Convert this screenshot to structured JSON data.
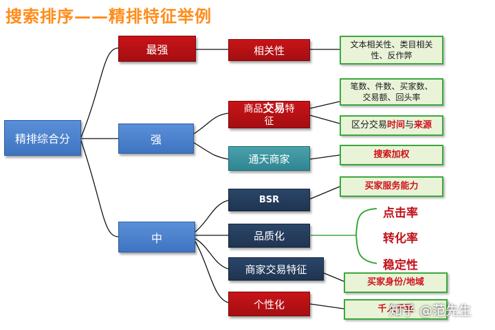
{
  "title": "搜索排序——精排特征举例",
  "root": "精排综合分",
  "levels": {
    "strongest": "最强",
    "strong": "强",
    "medium": "中"
  },
  "features": {
    "relevance": "相关性",
    "trade_a": "商品",
    "trade_b": "交易",
    "trade_c": "特",
    "trade_d": "征",
    "tongtian": "通天商家",
    "bsr": "BSR",
    "quality": "品质化",
    "merchant_trade": "商家交易特征",
    "personal": "个性化"
  },
  "details": {
    "relevance": "文本相关性、类目相关性、反作弊",
    "trade_counts": "笔数、件数、买家数、交易额、回头率",
    "trade_split_a": "区分交易",
    "trade_split_b": "时间",
    "trade_split_c": "与",
    "trade_split_d": "来源",
    "search_boost": "搜索加权",
    "buyer_service": "买家服务能力",
    "buyer_identity": "买家身份/地域",
    "thousand_faces": "千人千面"
  },
  "quality_words": [
    "点击率",
    "转化率",
    "稳定性"
  ],
  "watermark": "知乎 @范先生",
  "colors": {
    "title": "#ff8c1a",
    "level_blue": "#4a80cc",
    "feature_red": "#b51116",
    "feature_teal": "#3a94a0",
    "feature_navy": "#24405f",
    "detail_green_border": "#3aa83a",
    "detail_red_text": "#d0121b"
  }
}
